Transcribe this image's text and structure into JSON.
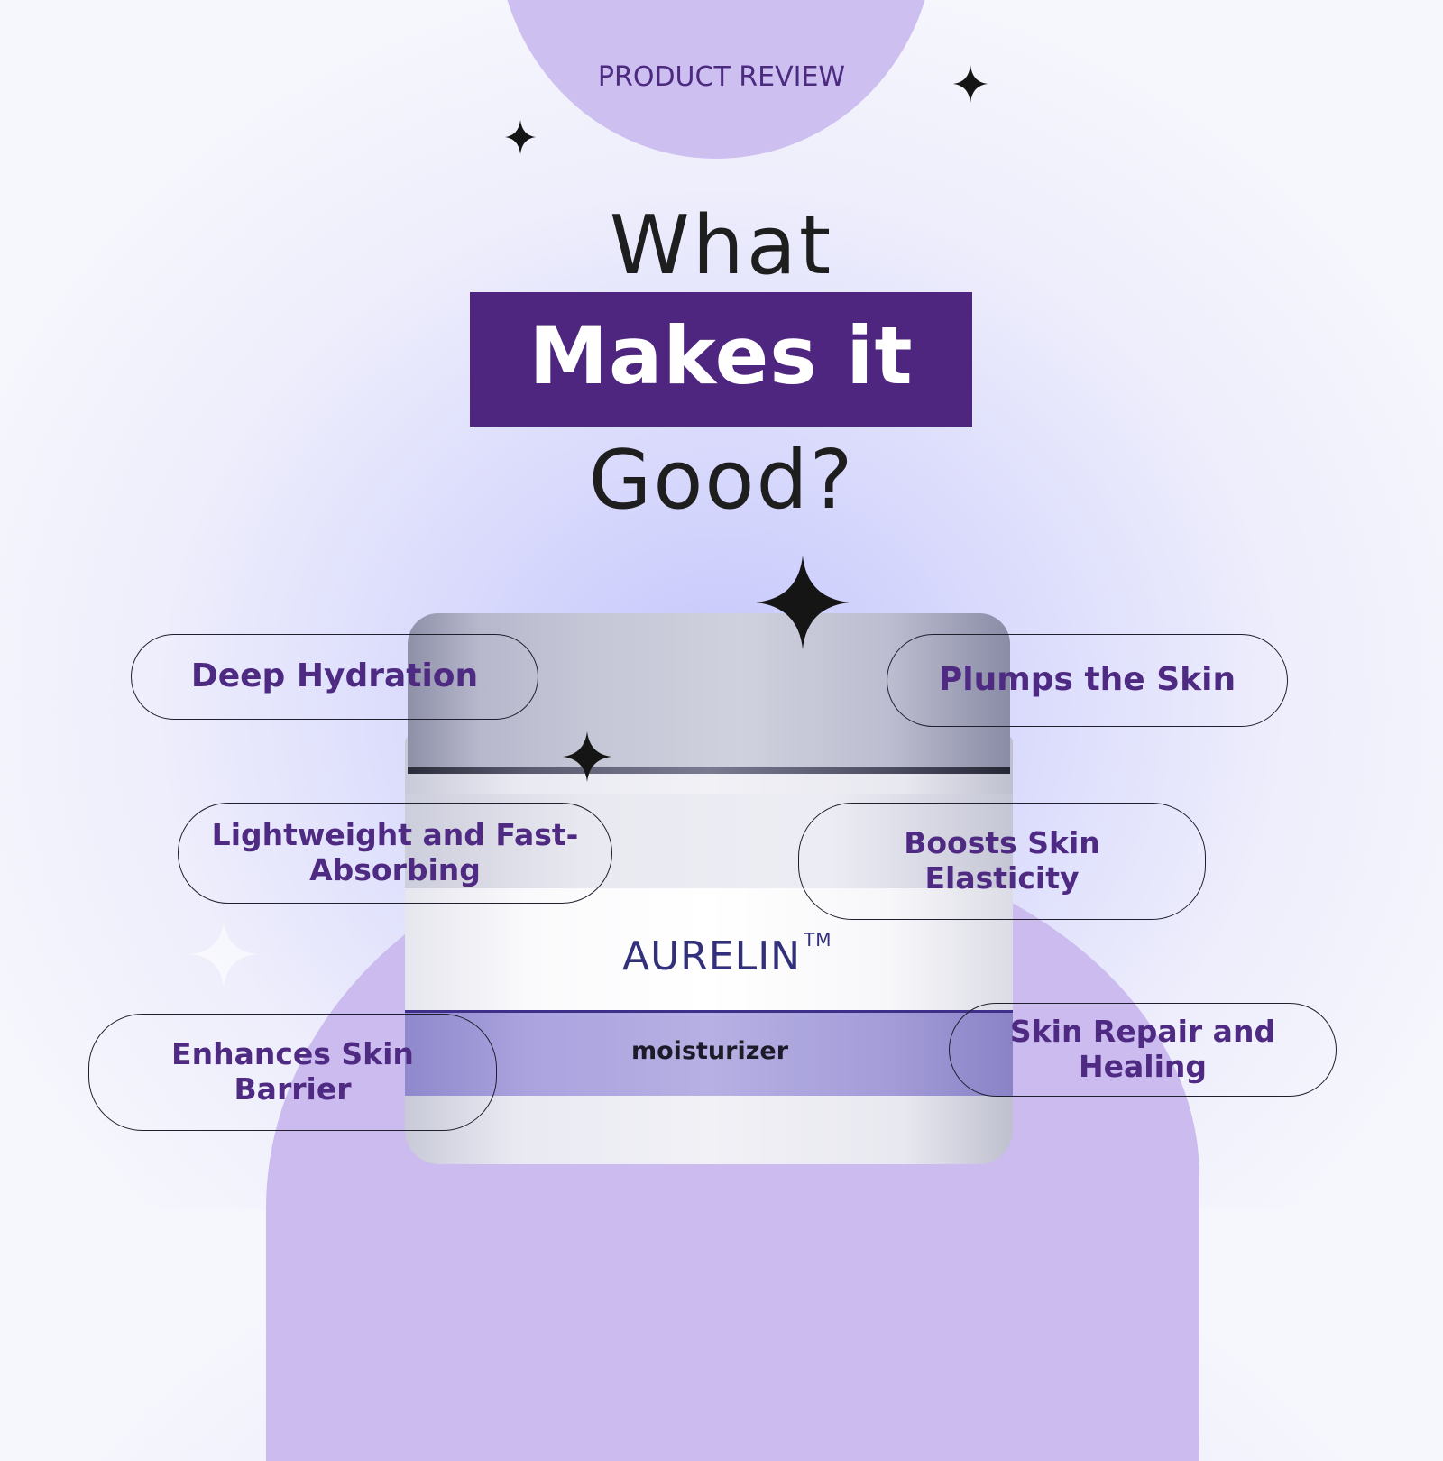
{
  "header": {
    "eyebrow": "PRODUCT REVIEW",
    "title_line1": "What",
    "title_highlight": "Makes it",
    "title_line3": "Good?"
  },
  "product": {
    "brand": "AURELIN",
    "trademark": "TM",
    "type": "moisturizer"
  },
  "features": [
    "Deep Hydration",
    "Plumps the Skin",
    "Lightweight and Fast-Absorbing",
    "Boosts Skin Elasticity",
    "Enhances Skin Barrier",
    "Skin Repair and Healing"
  ],
  "colors": {
    "accent_purple": "#4e2680",
    "feature_text": "#4f2a82",
    "blob": "#cdbff0"
  },
  "icons": [
    "sparkle-icon"
  ]
}
